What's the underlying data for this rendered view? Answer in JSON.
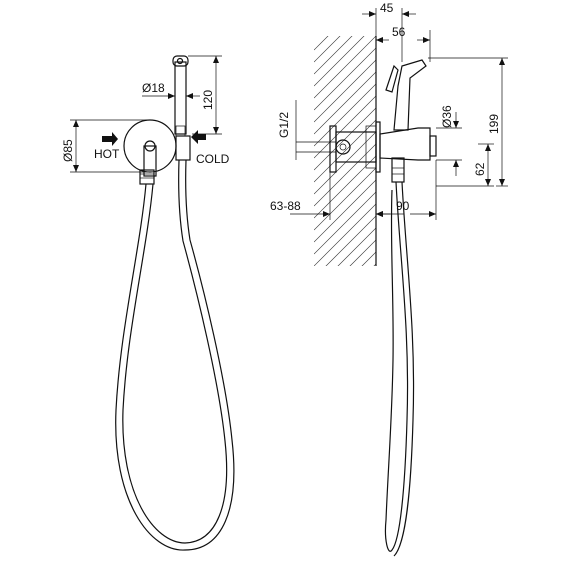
{
  "front_view": {
    "labels": {
      "hot": "HOT",
      "cold": "COLD",
      "dim_diameter_18": "Ø18",
      "dim_height_120": "120",
      "dim_diameter_85": "Ø85"
    }
  },
  "side_view": {
    "labels": {
      "dim_45": "45",
      "dim_56": "56",
      "dim_thread": "G1/2",
      "dim_diameter_36": "Ø36",
      "dim_199": "199",
      "dim_62": "62",
      "dim_wall_depth": "63-88",
      "dim_90": "90"
    }
  },
  "colors": {
    "line": "#111111",
    "background": "#ffffff"
  }
}
